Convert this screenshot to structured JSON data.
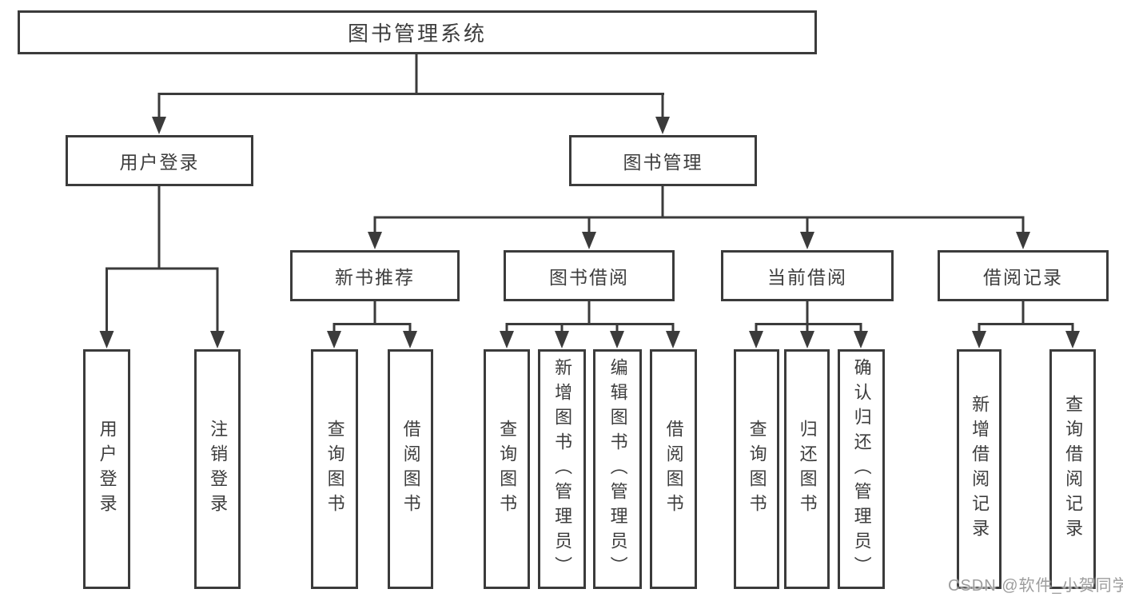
{
  "diagram": {
    "root": {
      "label": "图书管理系统"
    },
    "branches": [
      {
        "label": "用户登录",
        "children": [
          {
            "label": "用户登录"
          },
          {
            "label": "注销登录"
          }
        ]
      },
      {
        "label": "图书管理",
        "children": [
          {
            "label": "新书推荐",
            "children": [
              {
                "label": "查询图书"
              },
              {
                "label": "借阅图书"
              }
            ]
          },
          {
            "label": "图书借阅",
            "children": [
              {
                "label": "查询图书"
              },
              {
                "label": "新增图书（管理员）"
              },
              {
                "label": "编辑图书（管理员）"
              },
              {
                "label": "借阅图书"
              }
            ]
          },
          {
            "label": "当前借阅",
            "children": [
              {
                "label": "查询图书"
              },
              {
                "label": "归还图书"
              },
              {
                "label": "确认归还（管理员）"
              }
            ]
          },
          {
            "label": "借阅记录",
            "children": [
              {
                "label": "新增借阅记录"
              },
              {
                "label": "查询借阅记录"
              }
            ]
          }
        ]
      }
    ]
  },
  "watermark": {
    "text": "CSDN @软件_小贺同学"
  },
  "colors": {
    "line": "#3b3b3b",
    "text": "#3d3d3d",
    "watermark": "#9d9d9d",
    "background": "#ffffff"
  }
}
